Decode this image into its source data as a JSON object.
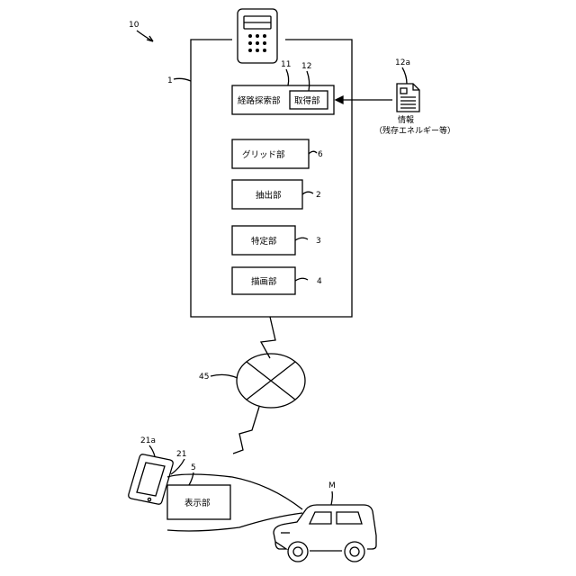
{
  "refs": {
    "system": "10",
    "server": "1",
    "route_search_num": "11",
    "acquire_num": "12",
    "info_num": "12a",
    "grid_num": "6",
    "extract_num": "2",
    "specify_num": "3",
    "draw_num": "4",
    "network": "45",
    "terminal": "21a",
    "terminal_device": "21",
    "display_num": "5",
    "vehicle": "M"
  },
  "boxes": {
    "route_search": "経路探索部",
    "acquire": "取得部",
    "grid": "グリッド部",
    "extract": "抽出部",
    "specify": "特定部",
    "draw": "描画部",
    "display": "表示部"
  },
  "info": {
    "line1": "情報",
    "line2": "（残存エネルギー等）"
  }
}
